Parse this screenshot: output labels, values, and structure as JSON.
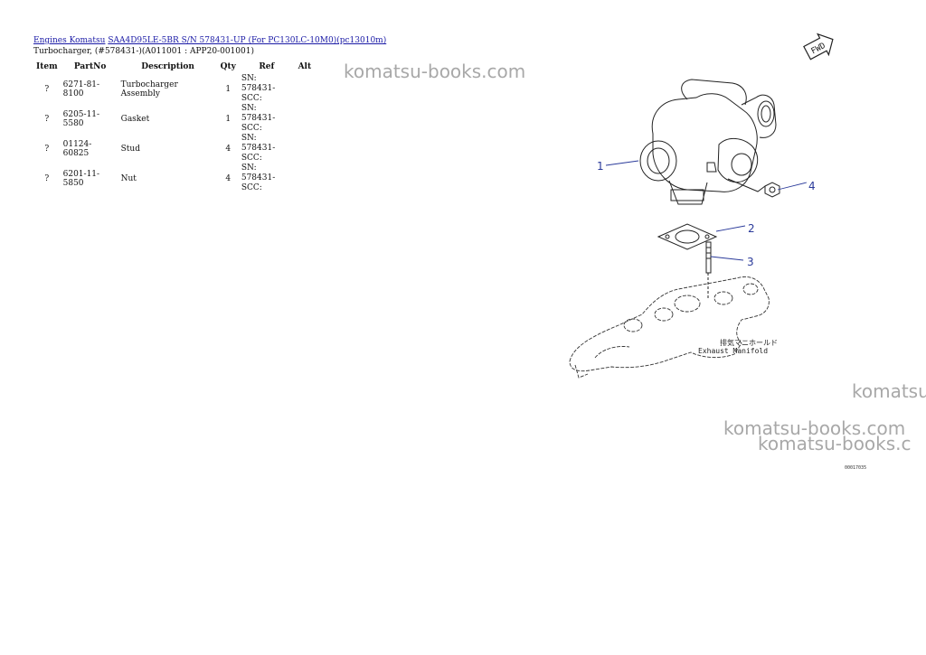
{
  "breadcrumb": {
    "link1": "Engines Komatsu",
    "link2": "SAA4D95LE-5BR S/N 578431-UP (For PC130LC-10M0)(pc13010m)"
  },
  "subtitle": "Turbocharger, (#578431-)(A011001 : APP20-001001)",
  "table": {
    "headers": [
      "Item",
      "PartNo",
      "Description",
      "Qty",
      "Ref",
      "Alt"
    ],
    "rows": [
      {
        "item": "?",
        "part_no": "6271-81-8100",
        "description": "Turbocharger Assembly",
        "qty": "1",
        "ref": "SN: 578431-SCC:",
        "alt": ""
      },
      {
        "item": "?",
        "part_no": "6205-11-5580",
        "description": "Gasket",
        "qty": "1",
        "ref": "SN: 578431-SCC:",
        "alt": ""
      },
      {
        "item": "?",
        "part_no": "01124-60825",
        "description": "Stud",
        "qty": "4",
        "ref": "SN: 578431-SCC:",
        "alt": ""
      },
      {
        "item": "?",
        "part_no": "6201-11-5850",
        "description": "Nut",
        "qty": "4",
        "ref": "SN: 578431-SCC:",
        "alt": ""
      }
    ]
  },
  "watermarks": [
    "komatsu-books.com",
    "komatsu",
    "komatsu-books.com",
    "komatsu-books.c"
  ],
  "diagram": {
    "callouts": [
      "1",
      "2",
      "3",
      "4"
    ],
    "fwd_label": "FWD",
    "jp_label": "排気マニホールド",
    "en_label": "Exhaust Manifold",
    "ref_code": "00017035"
  },
  "colors": {
    "link": "#1a1aa6",
    "callout": "#2a3a9a",
    "watermark": "#a8a8a8"
  }
}
